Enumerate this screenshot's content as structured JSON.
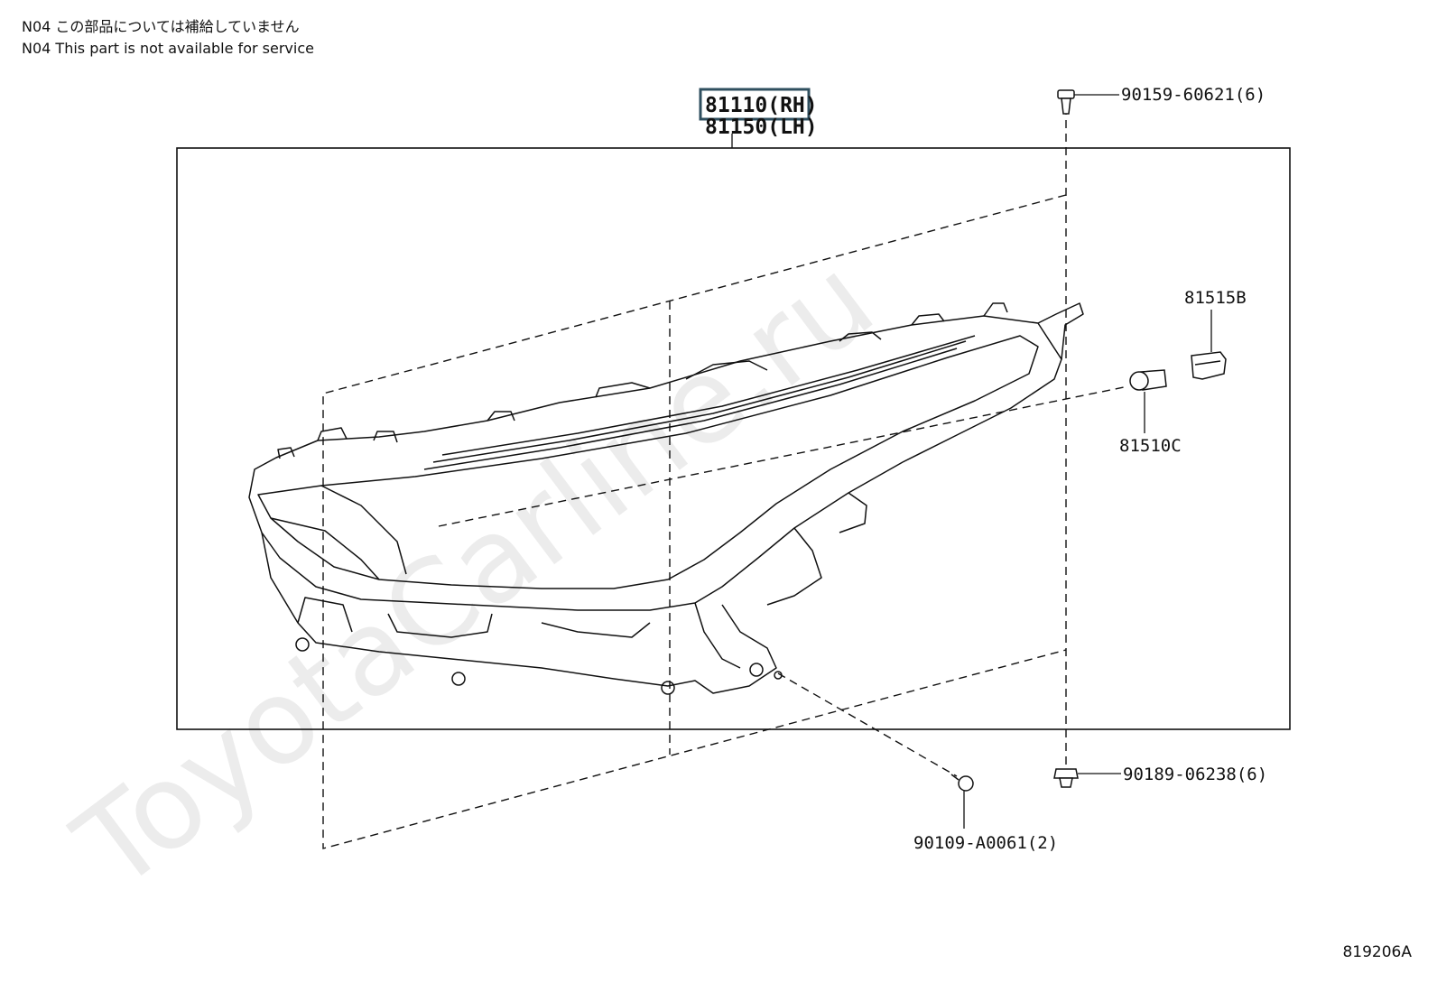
{
  "notes": {
    "jp": "N04 この部品については補給していません",
    "en": "N04 This part is not available for service"
  },
  "watermark": "ToyotaCarline.ru",
  "figure_id": "819206A",
  "parts": {
    "headlamp_rh": "81110(RH)",
    "headlamp_lh": "81150(LH)",
    "screw_top": "90159-60621(6)",
    "clip_bottom": "90189-06238(6)",
    "bolt_bottom": "90109-A0061(2)",
    "socket": "81515B",
    "bulb": "81510C"
  },
  "colors": {
    "highlight_box": "#2f4f5f",
    "line": "#111111",
    "watermark": "#ececec"
  },
  "icons": [
    "screw-icon",
    "clip-icon",
    "bolt-icon",
    "bulb-icon",
    "socket-icon",
    "headlamp-assembly-icon"
  ]
}
